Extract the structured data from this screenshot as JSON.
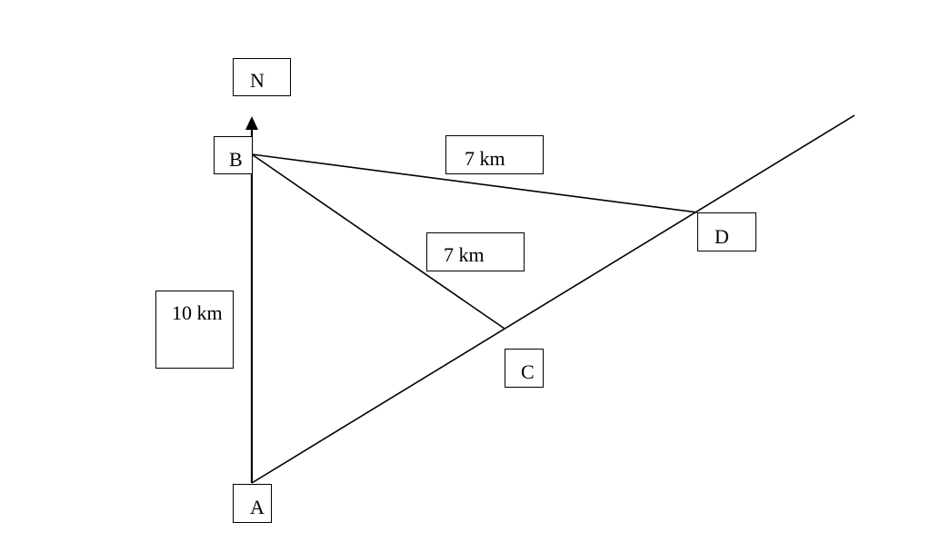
{
  "points": {
    "north": "N",
    "a": "A",
    "b": "B",
    "c": "C",
    "d": "D"
  },
  "distances": {
    "ab": "10 km",
    "bc": "7 km",
    "bd": "7 km"
  }
}
